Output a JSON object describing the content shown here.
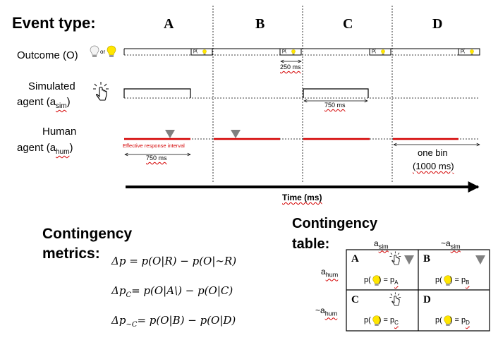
{
  "header": {
    "event_type_label": "Event type:",
    "columns": [
      "A",
      "B",
      "C",
      "D"
    ]
  },
  "rows": {
    "outcome_label": "Outcome (O)",
    "outcome_or": "or",
    "simulated_label_line1": "Simulated",
    "simulated_label_line2": "agent (a",
    "simulated_sub": "sim",
    "human_label_line1": "Human",
    "human_label_line2": "agent (a",
    "human_sub": "hum",
    "row_close": ")"
  },
  "timeline": {
    "outcome_box_text": "p(",
    "outcome_box_close": ")",
    "dur_250": "250 ms",
    "dur_750_sim": "750 ms",
    "dur_750_hum": "750 ms",
    "effective_interval": "Effective response interval",
    "one_bin_line1": "one bin",
    "one_bin_line2": "(1000 ms)",
    "time_axis_label": "Time (ms)"
  },
  "metrics": {
    "title_line1": "Contingency",
    "title_line2": "metrics:",
    "eq1": "Δp = p(O|R) − p(O|∼R)",
    "eq2_pre": "Δp",
    "eq2_sub": "C",
    "eq2_post": "= p(O|A\\) − p(O|C)",
    "eq3_pre": "Δp",
    "eq3_sub": "∼C",
    "eq3_post": "= p(O|B) − p(O|D)"
  },
  "table": {
    "title_line1": "Contingency",
    "title_line2": "table:",
    "col_header_1": "a",
    "col_header_1_sub": "sim",
    "col_header_2": "~a",
    "col_header_2_sub": "sim",
    "row_header_1": "a",
    "row_header_1_sub": "hum",
    "row_header_2": "~a",
    "row_header_2_sub": "hum",
    "cells": [
      {
        "letter": "A",
        "p_text": "p(",
        "eq": ") = p",
        "sub": "A"
      },
      {
        "letter": "B",
        "p_text": "p(",
        "eq": ") = p",
        "sub": "B"
      },
      {
        "letter": "C",
        "p_text": "p(",
        "eq": ") = p",
        "sub": "C"
      },
      {
        "letter": "D",
        "p_text": "p(",
        "eq": ") = p",
        "sub": "D"
      }
    ]
  },
  "colors": {
    "red": "#d40000",
    "bulb_yellow": "#ffe600",
    "triangle_gray": "#808080"
  },
  "icons": [
    "lightbulb-off-icon",
    "lightbulb-on-icon",
    "pointer-hand-icon",
    "triangle-down-icon"
  ]
}
